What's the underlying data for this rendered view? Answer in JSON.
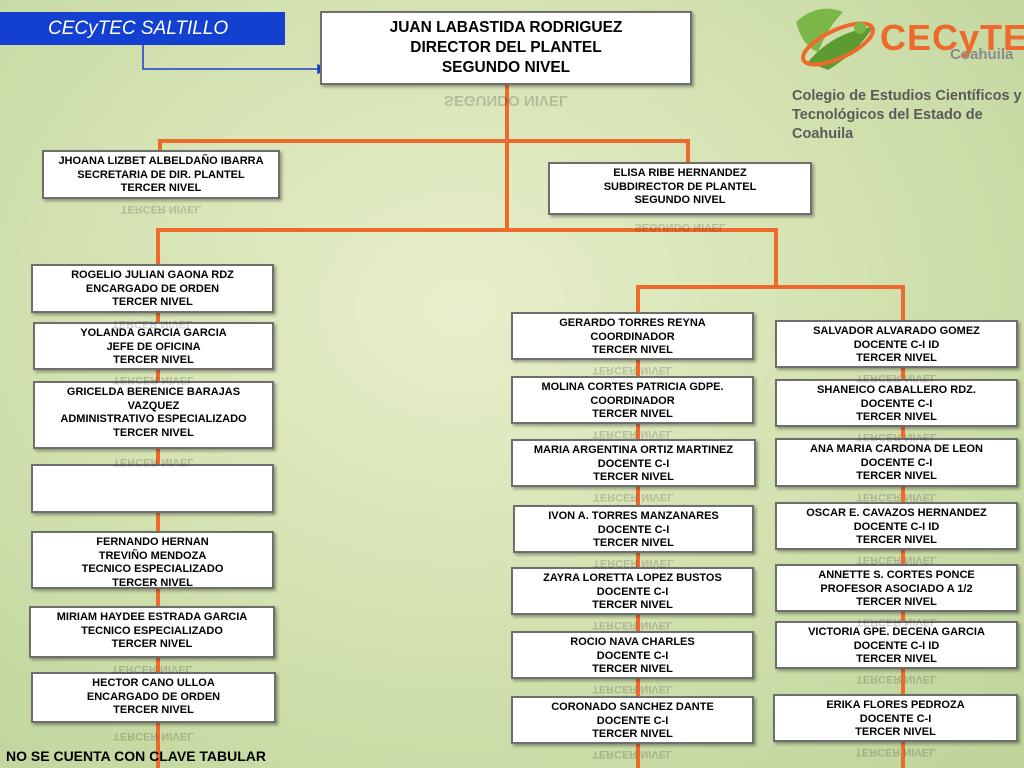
{
  "header": {
    "tag_label": "CECyTEC SALTILLO",
    "director": "JUAN LABASTIDA RODRIGUEZ\nDIRECTOR DEL PLANTEL\nSEGUNDO NIVEL"
  },
  "logo": {
    "word": "CECyTE",
    "region": "Coahuila",
    "college_name": "Colegio de Estudios Científicos y\nTecnológicos del Estado de Coahuila"
  },
  "colors": {
    "connector": "#ee6a2c",
    "tag_bg": "#1340d0",
    "logo_green": "#7ab648",
    "logo_orange": "#ee6a2c"
  },
  "second_row": {
    "secretary": "JHOANA LIZBET ALBELDAÑO IBARRA\nSECRETARIA DE DIR. PLANTEL\nTERCER NIVEL",
    "subdirector": "ELISA RIBE HERNANDEZ\nSUBDIRECTOR DE PLANTEL\nSEGUNDO NIVEL"
  },
  "left_column": [
    "ROGELIO JULIAN GAONA RDZ\nENCARGADO DE ORDEN\nTERCER NIVEL",
    "YOLANDA GARCIA GARCIA\nJEFE DE OFICINA\nTERCER NIVEL",
    "GRICELDA BERENICE BARAJAS\nVAZQUEZ\nADMINISTRATIVO ESPECIALIZADO\nTERCER NIVEL",
    "",
    "FERNANDO HERNAN\nTREVIÑO MENDOZA\nTECNICO ESPECIALIZADO\nTERCER NIVEL",
    "MIRIAM HAYDEE ESTRADA GARCIA\nTECNICO ESPECIALIZADO\nTERCER NIVEL",
    "HECTOR CANO ULLOA\nENCARGADO DE ORDEN\nTERCER NIVEL"
  ],
  "middle_column": [
    "GERARDO TORRES REYNA\nCOORDINADOR\nTERCER NIVEL",
    "MOLINA CORTES PATRICIA GDPE.\nCOORDINADOR\nTERCER NIVEL",
    "MARIA ARGENTINA ORTIZ MARTINEZ\nDOCENTE C-I\nTERCER NIVEL",
    "IVON A. TORRES MANZANARES\nDOCENTE C-I\nTERCER NIVEL",
    "ZAYRA LORETTA LOPEZ BUSTOS\nDOCENTE C-I\nTERCER NIVEL",
    "ROCIO NAVA CHARLES\nDOCENTE C-I\nTERCER NIVEL",
    "CORONADO SANCHEZ DANTE\nDOCENTE C-I\nTERCER NIVEL"
  ],
  "right_column": [
    "SALVADOR ALVARADO GOMEZ\nDOCENTE C-I ID\nTERCER NIVEL",
    "SHANEICO CABALLERO RDZ.\nDOCENTE C-I\nTERCER NIVEL",
    "ANA MARIA CARDONA DE LEON\nDOCENTE C-I\nTERCER NIVEL",
    "OSCAR E. CAVAZOS HERNANDEZ\nDOCENTE C-I ID\nTERCER NIVEL",
    "ANNETTE S. CORTES PONCE\nPROFESOR ASOCIADO A 1/2\nTERCER NIVEL",
    "VICTORIA GPE. DECENA GARCIA\nDOCENTE C-I ID\nTERCER NIVEL",
    "ERIKA FLORES PEDROZA\nDOCENTE C-I\nTERCER NIVEL"
  ],
  "footer": "NO SE CUENTA CON CLAVE TABULAR"
}
